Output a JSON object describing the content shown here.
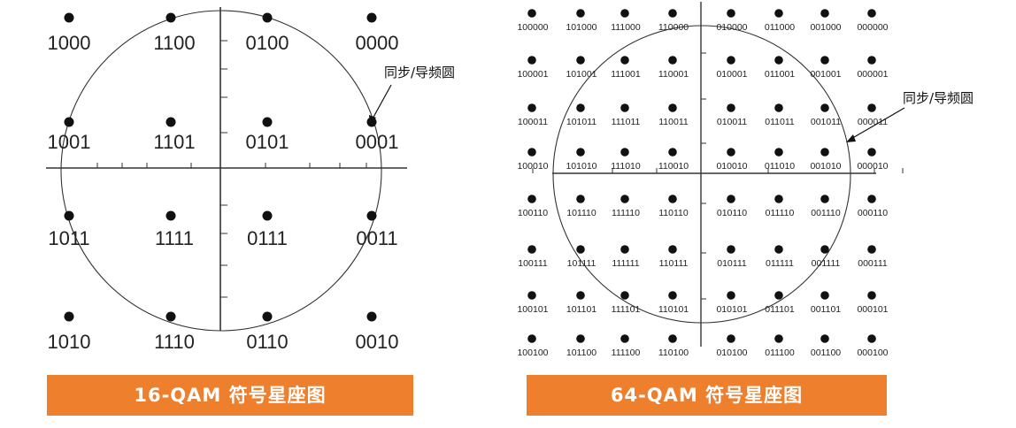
{
  "colors": {
    "caption_bg": "#EE7F2D",
    "ink": "#111111",
    "caption_text": "#FFFFFF"
  },
  "qam16": {
    "caption": "16-QAM 符号星座图",
    "annotation": "同步/导频圆",
    "symbols": [
      {
        "bits": "1000",
        "i": -3,
        "q": 3
      },
      {
        "bits": "1100",
        "i": -1,
        "q": 3
      },
      {
        "bits": "0100",
        "i": 1,
        "q": 3
      },
      {
        "bits": "0000",
        "i": 3,
        "q": 3
      },
      {
        "bits": "1001",
        "i": -3,
        "q": 1
      },
      {
        "bits": "1101",
        "i": -1,
        "q": 1
      },
      {
        "bits": "0101",
        "i": 1,
        "q": 1
      },
      {
        "bits": "0001",
        "i": 3,
        "q": 1
      },
      {
        "bits": "1011",
        "i": -3,
        "q": -1
      },
      {
        "bits": "1111",
        "i": -1,
        "q": -1
      },
      {
        "bits": "0111",
        "i": 1,
        "q": -1
      },
      {
        "bits": "0011",
        "i": 3,
        "q": -1
      },
      {
        "bits": "1010",
        "i": -3,
        "q": -3
      },
      {
        "bits": "1110",
        "i": -1,
        "q": -3
      },
      {
        "bits": "0110",
        "i": 1,
        "q": -3
      },
      {
        "bits": "0010",
        "i": 3,
        "q": -3
      }
    ]
  },
  "qam64": {
    "caption": "64-QAM 符号星座图",
    "annotation": "同步/导频圆",
    "rows": [
      [
        "100000",
        "101000",
        "111000",
        "110000",
        "010000",
        "011000",
        "001000",
        "000000"
      ],
      [
        "100001",
        "101001",
        "111001",
        "110001",
        "010001",
        "011001",
        "001001",
        "000001"
      ],
      [
        "100011",
        "101011",
        "111011",
        "110011",
        "010011",
        "011011",
        "001011",
        "000011"
      ],
      [
        "100010",
        "101010",
        "111010",
        "110010",
        "010010",
        "011010",
        "001010",
        "000010"
      ],
      [
        "100110",
        "101110",
        "111110",
        "110110",
        "010110",
        "011110",
        "001110",
        "000110"
      ],
      [
        "100111",
        "101111",
        "111111",
        "110111",
        "010111",
        "011111",
        "001111",
        "000111"
      ],
      [
        "100101",
        "101101",
        "111101",
        "110101",
        "010101",
        "011101",
        "001101",
        "000101"
      ],
      [
        "100100",
        "101100",
        "111100",
        "110100",
        "010100",
        "011100",
        "001100",
        "000100"
      ]
    ]
  }
}
